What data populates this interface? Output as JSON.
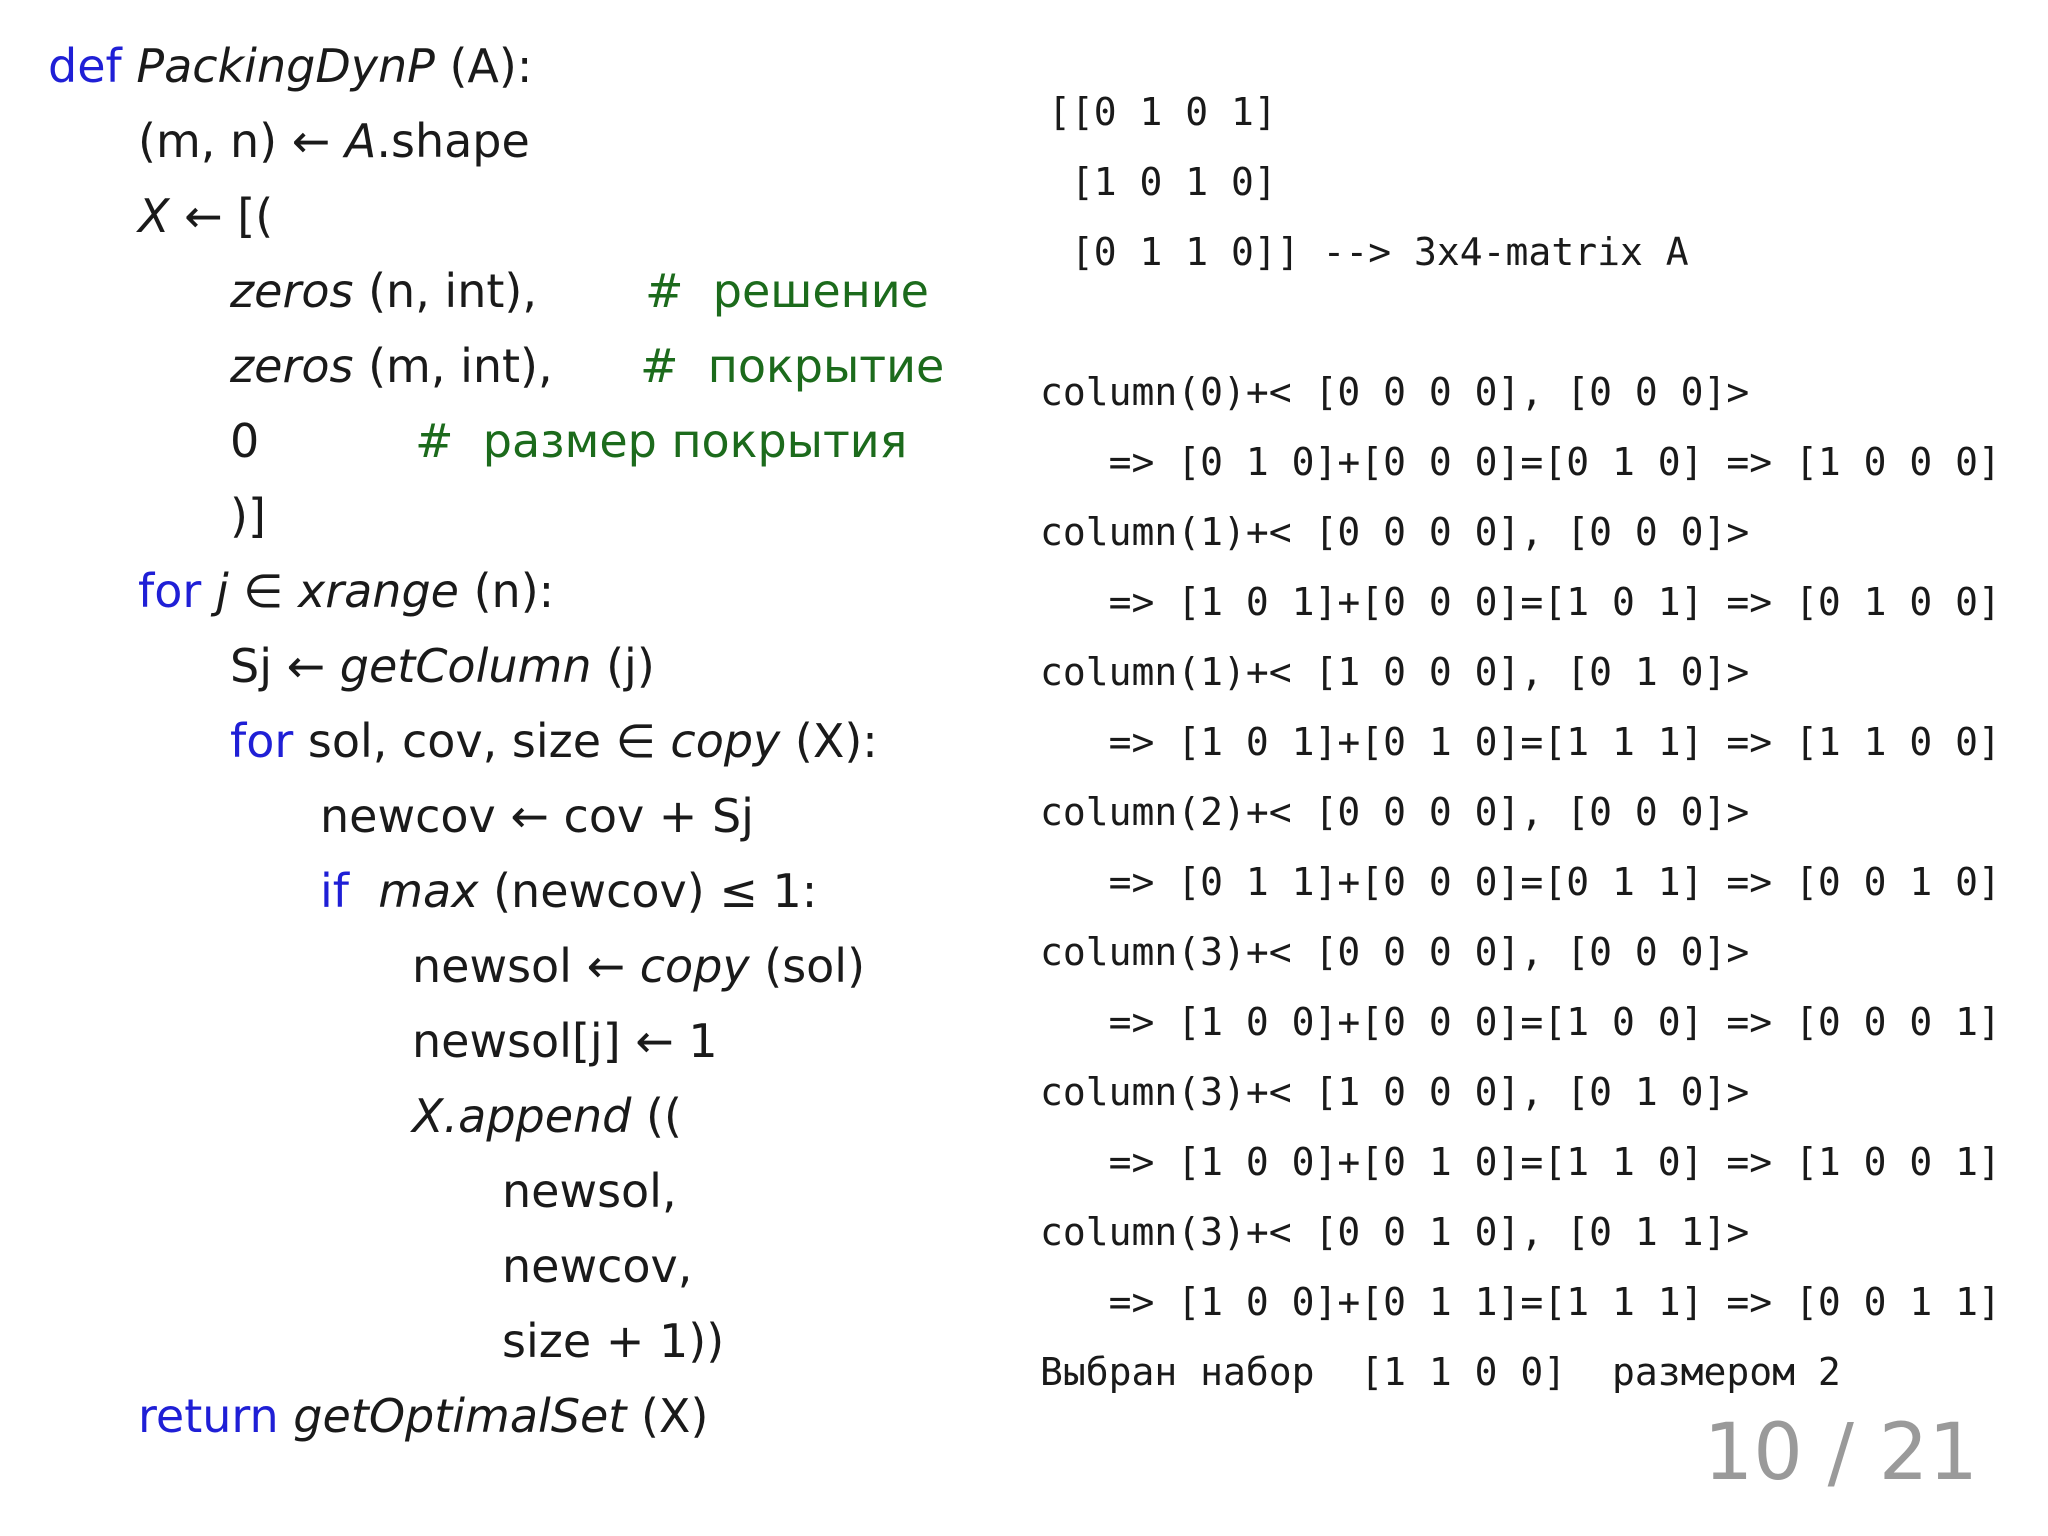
{
  "pseudocode": {
    "def_keyword": "def",
    "func_name": "PackingDynP",
    "func_args": " (A):",
    "line_shape_lhs": "(m, n) ← ",
    "line_shape_obj": "A",
    "line_shape_attr": ".shape",
    "line_x_var": "X",
    "line_x_rest": " ← [(",
    "zeros_fn": "zeros",
    "zeros1_args": " (n, int),",
    "zeros1_comment": "#  решение",
    "zeros2_args": " (m, int),",
    "zeros2_comment": "#  покрытие",
    "zero_value": "0",
    "zero_comment": "#  размер покрытия",
    "close_list": ")]",
    "for_keyword": "for",
    "for1_var": " j",
    "for1_in": " ∈ ",
    "for1_fn": "xrange",
    "for1_args": " (n):",
    "sj_lhs": "Sj ← ",
    "sj_fn": "getColumn",
    "sj_args": " (j)",
    "for2_vars": " sol, cov, size ∈ ",
    "for2_fn": "copy",
    "for2_args": " (X):",
    "newcov_line": "newcov ← cov + Sj",
    "if_keyword": "if",
    "if_fn": "max",
    "if_args": " (newcov) ≤ 1:",
    "newsol_lhs": "newsol ← ",
    "newsol_fn": "copy",
    "newsol_args": " (sol)",
    "newsol_j": "newsol[j] ← 1",
    "append_obj": "X",
    "append_fn": ".append",
    "append_paren": " ((",
    "arg1": "newsol,",
    "arg2": "newcov,",
    "arg3": "size + 1))",
    "return_keyword": "return",
    "return_fn": "getOptimalSet",
    "return_args": " (X)"
  },
  "trace": {
    "matrix_row1": "[[0 1 0 1]",
    "matrix_row2": " [1 0 1 0]",
    "matrix_row3": " [0 1 1 0]] --> 3x4-matrix A",
    "steps": [
      "column(0)+< [0 0 0 0], [0 0 0]>",
      "   => [0 1 0]+[0 0 0]=[0 1 0] => [1 0 0 0]",
      "column(1)+< [0 0 0 0], [0 0 0]>",
      "   => [1 0 1]+[0 0 0]=[1 0 1] => [0 1 0 0]",
      "column(1)+< [1 0 0 0], [0 1 0]>",
      "   => [1 0 1]+[0 1 0]=[1 1 1] => [1 1 0 0]",
      "column(2)+< [0 0 0 0], [0 0 0]>",
      "   => [0 1 1]+[0 0 0]=[0 1 1] => [0 0 1 0]",
      "column(3)+< [0 0 0 0], [0 0 0]>",
      "   => [1 0 0]+[0 0 0]=[1 0 0] => [0 0 0 1]",
      "column(3)+< [1 0 0 0], [0 1 0]>",
      "   => [1 0 0]+[0 1 0]=[1 1 0] => [1 0 0 1]",
      "column(3)+< [0 0 1 0], [0 1 1]>",
      "   => [1 0 0]+[0 1 1]=[1 1 1] => [0 0 1 1]"
    ],
    "result": "Выбран набор  [1 1 0 0]  размером 2"
  },
  "page_number": "10 / 21",
  "colors": {
    "keyword": "#1f1fd6",
    "comment": "#1c6b1c",
    "page_number": "#9a9a9a"
  }
}
